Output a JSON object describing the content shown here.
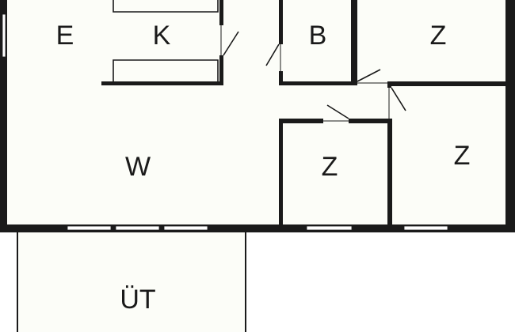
{
  "colors": {
    "wall": "#1a1a1a",
    "floor": "#fcfdf8",
    "fixture": "#1a1a1a",
    "window_fill": "#ffffff",
    "background": "#ffffff"
  },
  "rooms": {
    "entry": "E",
    "kitchen": "K",
    "bath": "B",
    "bedroom_top_right": "Z",
    "bedroom_middle": "Z",
    "bedroom_right": "Z",
    "living": "W",
    "terrace": "ÜT"
  }
}
